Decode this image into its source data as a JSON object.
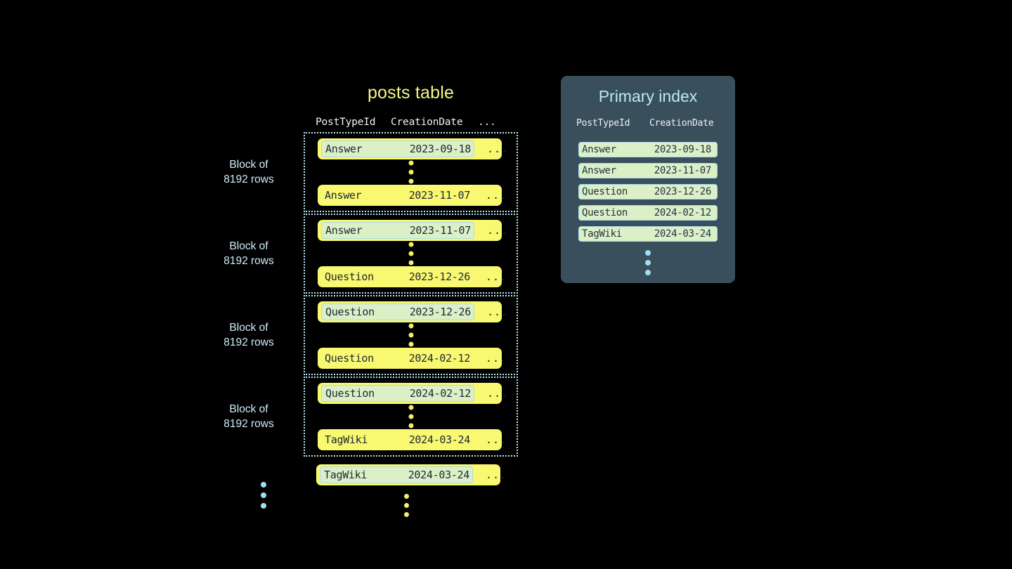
{
  "background_color": "#000000",
  "accent_colors": {
    "yellow_row": "#f9f871",
    "title_yellow": "#f5f58a",
    "light_blue": "#9fdff2",
    "highlight_green": "#dcf0c8",
    "highlight_border": "#a9d9ea",
    "panel_slate": "#3a4f5c",
    "index_title_blue": "#b8eaf7",
    "dark_text": "#1b2733"
  },
  "posts_table": {
    "title": "posts table",
    "columns": {
      "post_type_id": "PostTypeId",
      "creation_date": "CreationDate",
      "more": "..."
    },
    "row_ellipsis": "...",
    "blocks": [
      {
        "label": "Block of\n8192 rows",
        "first_row": {
          "post_type_id": "Answer",
          "creation_date": "2023-09-18",
          "highlighted": true
        },
        "last_row": {
          "post_type_id": "Answer",
          "creation_date": "2023-11-07",
          "highlighted": false
        }
      },
      {
        "label": "Block of\n8192 rows",
        "first_row": {
          "post_type_id": "Answer",
          "creation_date": "2023-11-07",
          "highlighted": true
        },
        "last_row": {
          "post_type_id": "Question",
          "creation_date": "2023-12-26",
          "highlighted": false
        }
      },
      {
        "label": "Block of\n8192 rows",
        "first_row": {
          "post_type_id": "Question",
          "creation_date": "2023-12-26",
          "highlighted": true
        },
        "last_row": {
          "post_type_id": "Question",
          "creation_date": "2024-02-12",
          "highlighted": false
        }
      },
      {
        "label": "Block of\n8192 rows",
        "first_row": {
          "post_type_id": "Question",
          "creation_date": "2024-02-12",
          "highlighted": true
        },
        "last_row": {
          "post_type_id": "TagWiki",
          "creation_date": "2024-03-24",
          "highlighted": false
        }
      }
    ],
    "trailing_row": {
      "post_type_id": "TagWiki",
      "creation_date": "2024-03-24",
      "highlighted": true
    }
  },
  "primary_index": {
    "title": "Primary index",
    "columns": {
      "post_type_id": "PostTypeId",
      "creation_date": "CreationDate"
    },
    "rows": [
      {
        "post_type_id": "Answer",
        "creation_date": "2023-09-18"
      },
      {
        "post_type_id": "Answer",
        "creation_date": "2023-11-07"
      },
      {
        "post_type_id": "Question",
        "creation_date": "2023-12-26"
      },
      {
        "post_type_id": "Question",
        "creation_date": "2024-02-12"
      },
      {
        "post_type_id": "TagWiki",
        "creation_date": "2024-03-24"
      }
    ]
  }
}
